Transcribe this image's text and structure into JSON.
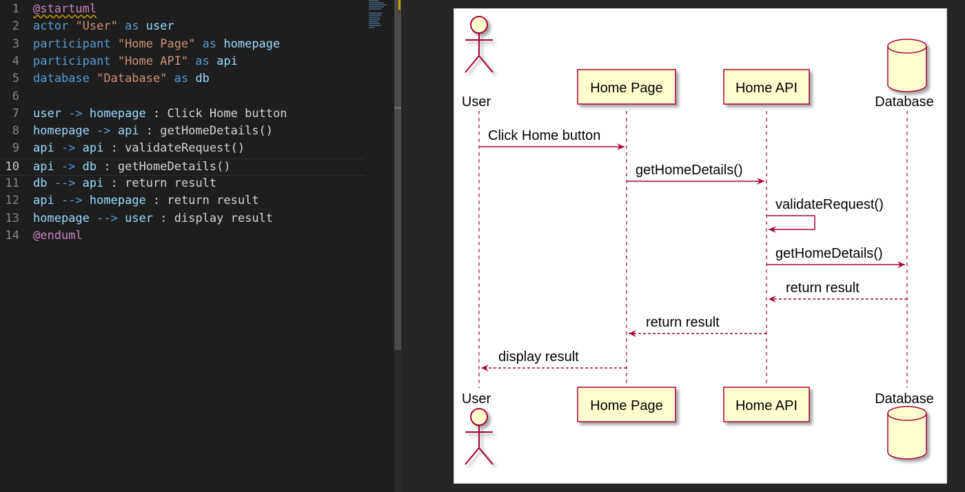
{
  "editor": {
    "lines": [
      {
        "num": "1",
        "tokens": [
          {
            "t": "@startuml",
            "c": "tok-dir squiggle"
          }
        ]
      },
      {
        "num": "2",
        "tokens": [
          {
            "t": "actor ",
            "c": "tok-kw"
          },
          {
            "t": "\"User\"",
            "c": "tok-str"
          },
          {
            "t": " as ",
            "c": "tok-kw"
          },
          {
            "t": "user",
            "c": "tok-id"
          }
        ]
      },
      {
        "num": "3",
        "tokens": [
          {
            "t": "participant ",
            "c": "tok-kw"
          },
          {
            "t": "\"Home Page\"",
            "c": "tok-str"
          },
          {
            "t": " as ",
            "c": "tok-kw"
          },
          {
            "t": "homepage",
            "c": "tok-id"
          }
        ]
      },
      {
        "num": "4",
        "tokens": [
          {
            "t": "participant ",
            "c": "tok-kw"
          },
          {
            "t": "\"Home API\"",
            "c": "tok-str"
          },
          {
            "t": " as ",
            "c": "tok-kw"
          },
          {
            "t": "api",
            "c": "tok-id"
          }
        ]
      },
      {
        "num": "5",
        "tokens": [
          {
            "t": "database ",
            "c": "tok-kw"
          },
          {
            "t": "\"Database\"",
            "c": "tok-str"
          },
          {
            "t": " as ",
            "c": "tok-kw"
          },
          {
            "t": "db",
            "c": "tok-id"
          }
        ]
      },
      {
        "num": "6",
        "tokens": []
      },
      {
        "num": "7",
        "tokens": [
          {
            "t": "user",
            "c": "tok-id"
          },
          {
            "t": " -> ",
            "c": "tok-op"
          },
          {
            "t": "homepage",
            "c": "tok-id"
          },
          {
            "t": " : Click Home button",
            "c": "tok-txt"
          }
        ]
      },
      {
        "num": "8",
        "tokens": [
          {
            "t": "homepage",
            "c": "tok-id"
          },
          {
            "t": " -> ",
            "c": "tok-op"
          },
          {
            "t": "api",
            "c": "tok-id"
          },
          {
            "t": " : getHomeDetails()",
            "c": "tok-txt"
          }
        ]
      },
      {
        "num": "9",
        "tokens": [
          {
            "t": "api",
            "c": "tok-id"
          },
          {
            "t": " -> ",
            "c": "tok-op"
          },
          {
            "t": "api",
            "c": "tok-id"
          },
          {
            "t": " : validateRequest()",
            "c": "tok-txt"
          }
        ]
      },
      {
        "num": "10",
        "active": true,
        "tokens": [
          {
            "t": "api",
            "c": "tok-id"
          },
          {
            "t": " -> ",
            "c": "tok-op"
          },
          {
            "t": "db",
            "c": "tok-id"
          },
          {
            "t": " : getHomeDetails()",
            "c": "tok-txt"
          }
        ]
      },
      {
        "num": "11",
        "tokens": [
          {
            "t": "db",
            "c": "tok-id"
          },
          {
            "t": " --> ",
            "c": "tok-op"
          },
          {
            "t": "api",
            "c": "tok-id"
          },
          {
            "t": " : return result",
            "c": "tok-txt"
          }
        ]
      },
      {
        "num": "12",
        "tokens": [
          {
            "t": "api",
            "c": "tok-id"
          },
          {
            "t": " --> ",
            "c": "tok-op"
          },
          {
            "t": "homepage",
            "c": "tok-id"
          },
          {
            "t": " : return result",
            "c": "tok-txt"
          }
        ]
      },
      {
        "num": "13",
        "tokens": [
          {
            "t": "homepage",
            "c": "tok-id"
          },
          {
            "t": " --> ",
            "c": "tok-op"
          },
          {
            "t": "user",
            "c": "tok-id"
          },
          {
            "t": " : display result",
            "c": "tok-txt"
          }
        ]
      },
      {
        "num": "14",
        "tokens": [
          {
            "t": "@enduml",
            "c": "tok-dir"
          }
        ]
      }
    ]
  },
  "diagram": {
    "colors": {
      "line": "#a80036",
      "fill": "#fefece",
      "text": "#000000"
    },
    "participants": [
      {
        "id": "user",
        "label": "User",
        "kind": "actor"
      },
      {
        "id": "homepage",
        "label": "Home Page",
        "kind": "participant"
      },
      {
        "id": "api",
        "label": "Home API",
        "kind": "participant"
      },
      {
        "id": "db",
        "label": "Database",
        "kind": "database"
      }
    ],
    "messages": [
      {
        "from": "user",
        "to": "homepage",
        "label": "Click Home button",
        "style": "solid"
      },
      {
        "from": "homepage",
        "to": "api",
        "label": "getHomeDetails()",
        "style": "solid"
      },
      {
        "from": "api",
        "to": "api",
        "label": "validateRequest()",
        "style": "solid"
      },
      {
        "from": "api",
        "to": "db",
        "label": "getHomeDetails()",
        "style": "solid"
      },
      {
        "from": "db",
        "to": "api",
        "label": "return result",
        "style": "dashed"
      },
      {
        "from": "api",
        "to": "homepage",
        "label": "return result",
        "style": "dashed"
      },
      {
        "from": "homepage",
        "to": "user",
        "label": "display result",
        "style": "dashed"
      }
    ]
  }
}
